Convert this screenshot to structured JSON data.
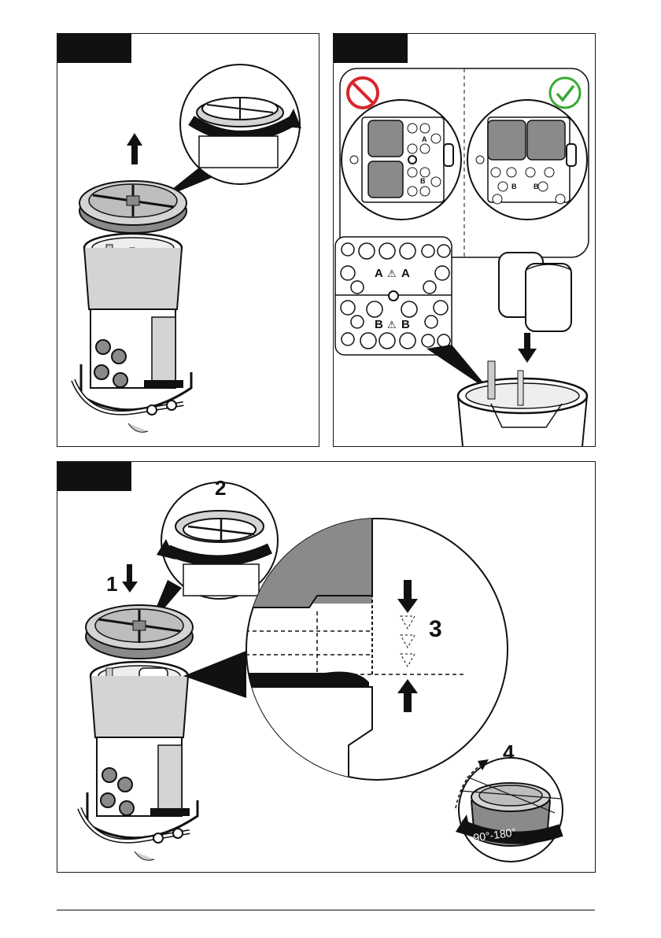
{
  "panels": {
    "p1": {
      "tab": ""
    },
    "p2": {
      "tab": ""
    },
    "p3": {
      "tab": ""
    }
  },
  "steps": {
    "s1": "1",
    "s2": "2",
    "s3": "3",
    "s4": "4",
    "rotation": "90°-180°"
  },
  "battery_labels": {
    "a_left": "A",
    "warn": "⚠",
    "a_right": "A",
    "b_left": "B",
    "b_right": "B"
  },
  "colors": {
    "outline": "#111111",
    "gray": "#8a8a8a",
    "lightgray": "#d4d4d4",
    "prohibited": "#d7262c",
    "correct": "#3aaa35"
  }
}
